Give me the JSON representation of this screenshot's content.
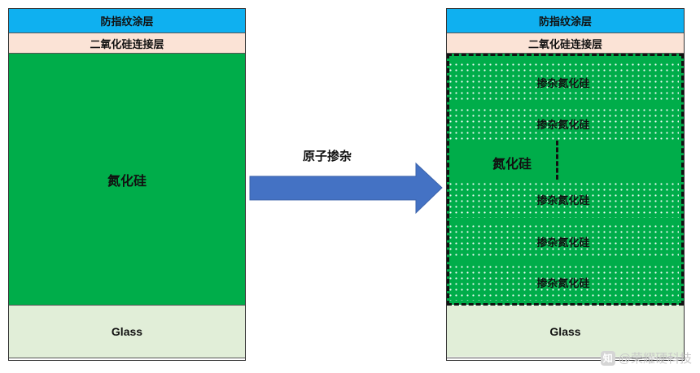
{
  "left_stack": {
    "afp_label": "防指纹涂层",
    "sio2_label": "二氧化硅连接层",
    "sin_label": "氮化硅",
    "glass_label": "Glass"
  },
  "arrow": {
    "label": "原子掺杂",
    "color": "#4472c4"
  },
  "right_stack": {
    "afp_label": "防指纹涂层",
    "sio2_label": "二氧化硅连接层",
    "sin_label": "氮化硅",
    "doped_layers": [
      "掺杂氮化硅",
      "掺杂氮化硅",
      "掺杂氮化硅",
      "掺杂氮化硅",
      "掺杂氮化硅"
    ],
    "glass_label": "Glass"
  },
  "colors": {
    "afp": "#0fb0f0",
    "sio2": "#fbe3d6",
    "sin": "#00ad4a",
    "glass": "#e1eed8"
  },
  "watermark": {
    "icon": "知",
    "text": "@荣耀硬科技"
  }
}
